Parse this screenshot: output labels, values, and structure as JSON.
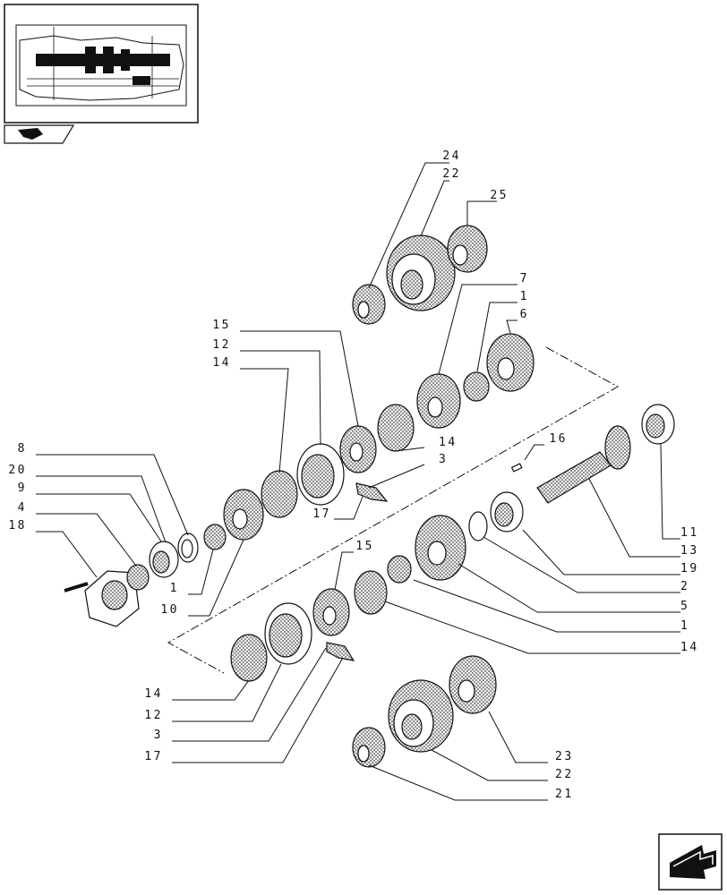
{
  "diagram": {
    "callouts": [
      "24",
      "22",
      "25",
      "7",
      "1",
      "6",
      "15",
      "12",
      "14",
      "16",
      "14",
      "3",
      "17",
      "8",
      "20",
      "9",
      "4",
      "18",
      "1",
      "10",
      "11",
      "13",
      "19",
      "2",
      "5",
      "1",
      "14",
      "15",
      "14",
      "12",
      "3",
      "17",
      "23",
      "22",
      "21"
    ]
  },
  "icons": {
    "thumbnail": "transmission-section-thumbnail",
    "nav_prev": "previous-page-arrow-icon",
    "nav_next": "next-page-arrow-icon"
  }
}
